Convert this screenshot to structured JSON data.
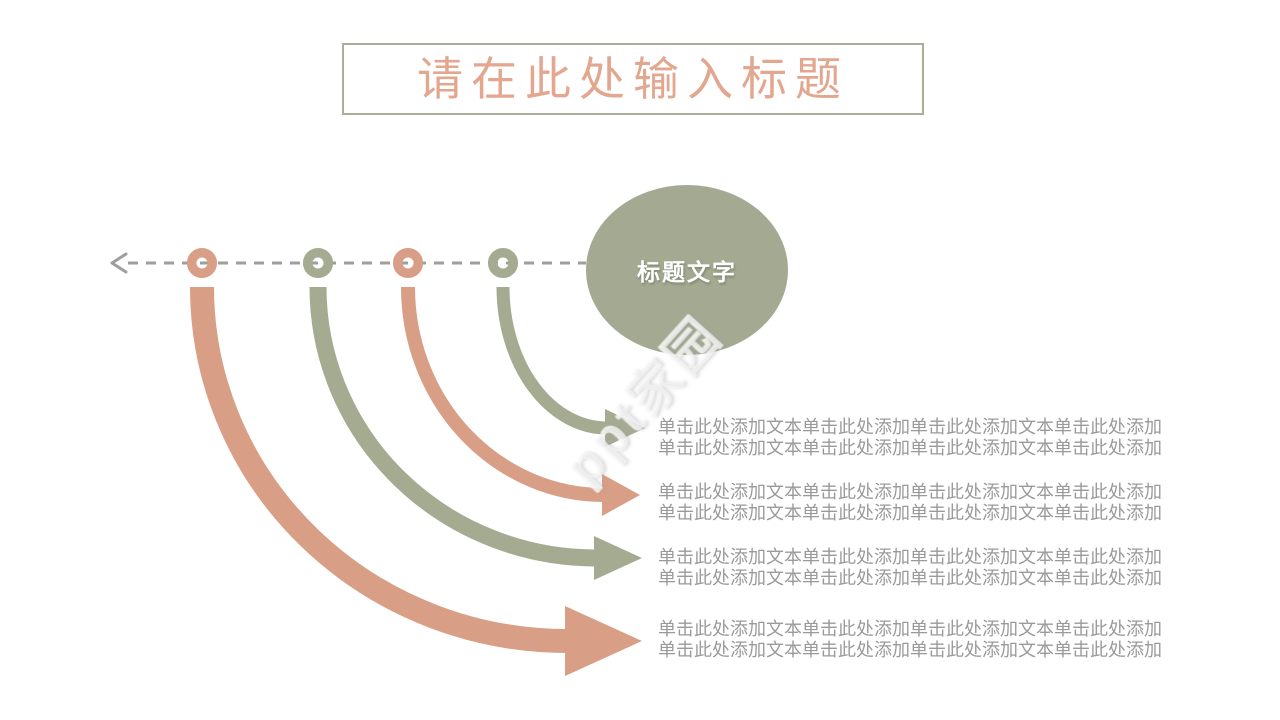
{
  "title": {
    "text": "请在此处输入标题"
  },
  "ellipse": {
    "label": "标题文字"
  },
  "watermark": {
    "text": "ppt家园"
  },
  "items": [
    {
      "lines": [
        "单击此处添加文本单击此处添加单击此处添加文本单击此处添加",
        "单击此处添加文本单击此处添加单击此处添加文本单击此处添加"
      ]
    },
    {
      "lines": [
        "单击此处添加文本单击此处添加单击此处添加文本单击此处添加",
        "单击此处添加文本单击此处添加单击此处添加文本单击此处添加"
      ]
    },
    {
      "lines": [
        "单击此处添加文本单击此处添加单击此处添加文本单击此处添加",
        "单击此处添加文本单击此处添加单击此处添加文本单击此处添加"
      ]
    },
    {
      "lines": [
        "单击此处添加文本单击此处添加单击此处添加文本单击此处添加",
        "单击此处添加文本单击此处添加单击此处添加文本单击此处添加"
      ]
    }
  ],
  "colors": {
    "salmon": "#D89E86",
    "sage": "#A5AB91",
    "box-border": "#A9AE98",
    "title-text": "#E3A78F",
    "dash": "#9E9E9E",
    "body-text": "#9A9A9A",
    "ellipse-fill": "#A4AA92",
    "ellipse-text": "#FFFFFF"
  }
}
